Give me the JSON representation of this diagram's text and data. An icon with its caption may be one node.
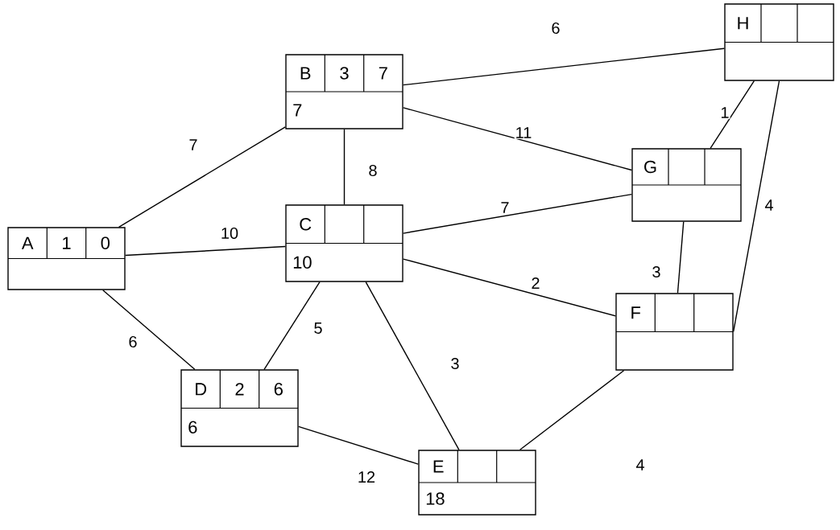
{
  "diagram": {
    "nodes": [
      {
        "text": [
          "A",
          "1",
          "0"
        ]
      },
      {
        "text": [
          "B",
          "3",
          "7",
          "7"
        ]
      },
      {
        "text": [
          "C",
          "10"
        ]
      },
      {
        "text": [
          "D",
          "2",
          "6",
          "6"
        ]
      },
      {
        "text": [
          "E",
          "18"
        ]
      },
      {
        "text": [
          "F"
        ]
      },
      {
        "text": [
          "G"
        ]
      },
      {
        "text": [
          "H"
        ]
      }
    ],
    "edges": [
      {
        "from": 0,
        "to": 1,
        "arrow": "none",
        "label": "7"
      },
      {
        "from": 0,
        "to": 2,
        "arrow": "none",
        "label": "10"
      },
      {
        "from": 0,
        "to": 3,
        "arrow": "none",
        "label": "6"
      },
      {
        "from": 1,
        "to": 7,
        "arrow": "none",
        "label": "6"
      },
      {
        "from": 1,
        "to": 6,
        "arrow": "none",
        "label": "11"
      },
      {
        "from": 1,
        "to": 2,
        "arrow": "none",
        "label": "8"
      },
      {
        "from": 2,
        "to": 6,
        "arrow": "none",
        "label": "7"
      },
      {
        "from": 2,
        "to": 5,
        "arrow": "none",
        "label": "2"
      },
      {
        "from": 2,
        "to": 3,
        "arrow": "none",
        "label": "5"
      },
      {
        "from": 2,
        "to": 4,
        "arrow": "none",
        "label": "3"
      },
      {
        "from": 3,
        "to": 4,
        "arrow": "none",
        "label": "12"
      },
      {
        "from": 4,
        "to": 5,
        "arrow": "none",
        "label": "4"
      },
      {
        "from": 5,
        "to": 6,
        "arrow": "none",
        "label": "3"
      },
      {
        "from": 6,
        "to": 7,
        "arrow": "none",
        "label": "1"
      },
      {
        "from": 5,
        "to": 7,
        "arrow": "none",
        "label": "4"
      }
    ]
  }
}
